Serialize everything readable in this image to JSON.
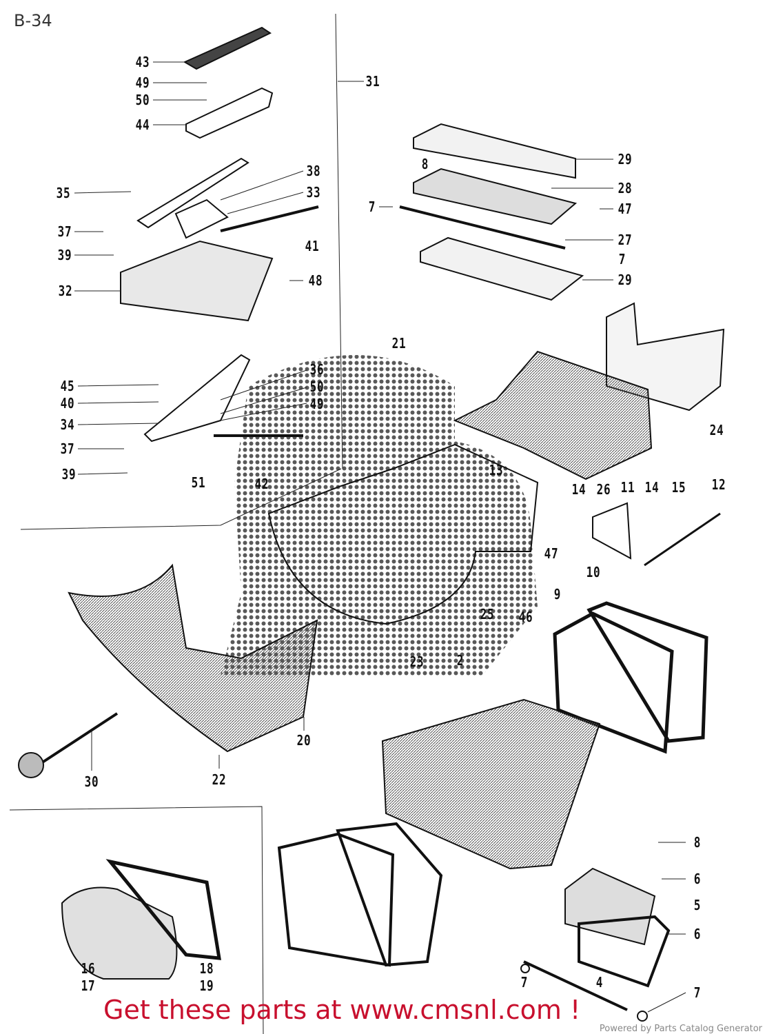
{
  "page_code": "B-34",
  "labels": [
    "43",
    "49",
    "50",
    "44",
    "31",
    "38",
    "35",
    "33",
    "37",
    "39",
    "41",
    "48",
    "32",
    "29",
    "28",
    "47",
    "8",
    "7",
    "27",
    "7",
    "29",
    "21",
    "45",
    "40",
    "34",
    "37",
    "39",
    "36",
    "50",
    "49",
    "51",
    "42",
    "13",
    "24",
    "14",
    "26",
    "11",
    "14",
    "15",
    "12",
    "47",
    "10",
    "9",
    "25",
    "46",
    "23",
    "2",
    "20",
    "22",
    "30",
    "8",
    "6",
    "5",
    "6",
    "7",
    "4",
    "7",
    "16",
    "17",
    "18",
    "19"
  ],
  "cta": "Get these parts at www.cmsnl.com !",
  "watermark": "Powered by Parts Catalog Generator",
  "colors": {
    "cta": "#c8102e",
    "ink": "#111111",
    "watermark": "#888888"
  }
}
